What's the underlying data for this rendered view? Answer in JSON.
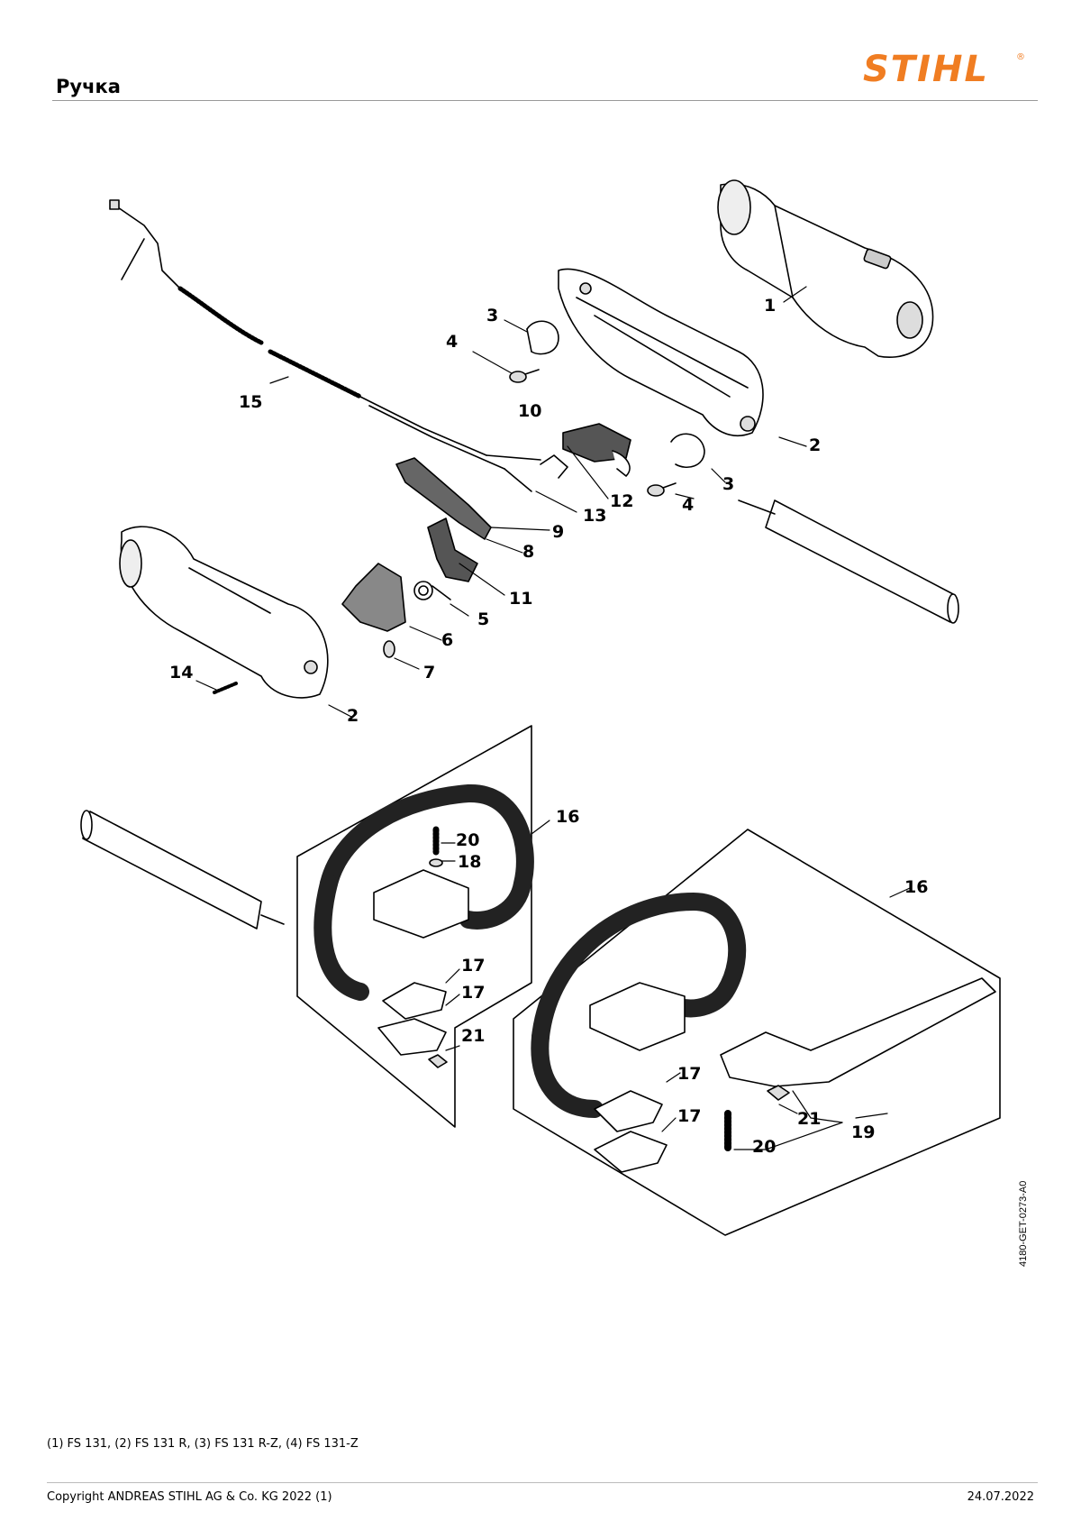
{
  "header": {
    "title": "Ручка",
    "logo_text": "STIHL",
    "logo_reg": "®",
    "brand_color": "#f07d22"
  },
  "callouts": {
    "c1": "1",
    "c2a": "2",
    "c2b": "2",
    "c3a": "3",
    "c3b": "3",
    "c4a": "4",
    "c4b": "4",
    "c5": "5",
    "c6": "6",
    "c7": "7",
    "c8": "8",
    "c9": "9",
    "c10": "10",
    "c11": "11",
    "c12": "12",
    "c13": "13",
    "c14": "14",
    "c15": "15",
    "c16a": "16",
    "c16b": "16",
    "c17a": "17",
    "c17b": "17",
    "c17c": "17",
    "c17d": "17",
    "c18": "18",
    "c19": "19",
    "c20a": "20",
    "c20b": "20",
    "c21a": "21",
    "c21b": "21"
  },
  "drawing_code": "4180-GET-0273-A0",
  "footer": {
    "models_note": "(1) FS 131, (2) FS 131 R, (3) FS 131 R-Z, (4) FS 131-Z",
    "copyright": "Copyright ANDREAS STIHL AG & Co. KG 2022 (1)",
    "date": "24.07.2022"
  }
}
